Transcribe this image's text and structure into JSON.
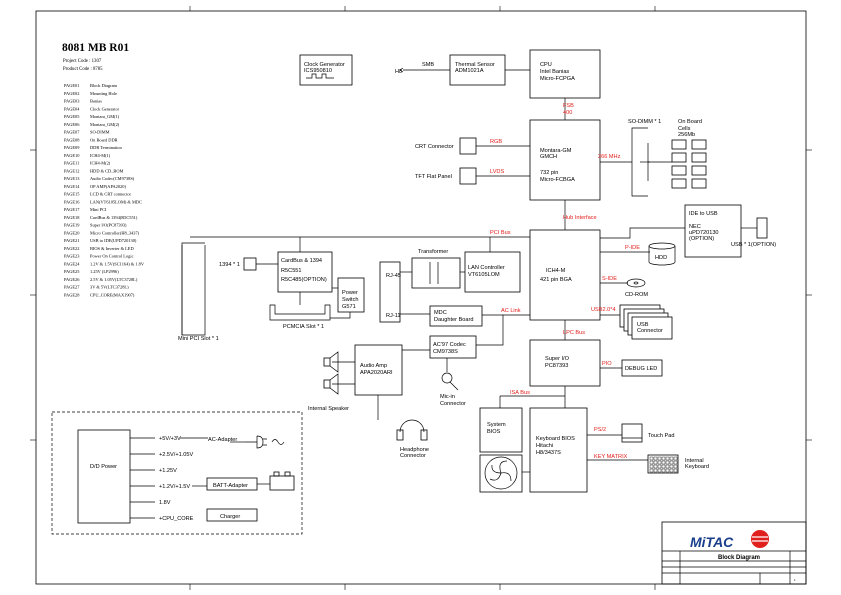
{
  "title": "8081 MB  R01",
  "project_code": "Project Code : 1307",
  "product_code": "Product Code : 8785",
  "pages": [
    {
      "num": "PAGE01",
      "desc": "Block Diagram"
    },
    {
      "num": "PAGE02",
      "desc": "Mounting Hole"
    },
    {
      "num": "PAGE03",
      "desc": "Banias"
    },
    {
      "num": "PAGE04",
      "desc": "Clock Generator"
    },
    {
      "num": "PAGE05",
      "desc": "Montara_GM(1)"
    },
    {
      "num": "PAGE06",
      "desc": "Montara_GM(2)"
    },
    {
      "num": "PAGE07",
      "desc": "SO-DIMM"
    },
    {
      "num": "PAGE08",
      "desc": "On Board DDR"
    },
    {
      "num": "PAGE09",
      "desc": "DDR Termination"
    },
    {
      "num": "PAGE10",
      "desc": "ICH4-M(1)"
    },
    {
      "num": "PAGE11",
      "desc": "ICH4-M(2)"
    },
    {
      "num": "PAGE12",
      "desc": "HDD & CD_ROM"
    },
    {
      "num": "PAGE13",
      "desc": "Audio Codec(CM9738S)"
    },
    {
      "num": "PAGE14",
      "desc": "OP AMP(APA2020)"
    },
    {
      "num": "PAGE15",
      "desc": "LCD & CRT connector"
    },
    {
      "num": "PAGE16",
      "desc": "LAN(VT6105LOM) & MDC"
    },
    {
      "num": "PAGE17",
      "desc": "Mini PCI"
    },
    {
      "num": "PAGE18",
      "desc": "CardBus & 1394(R5C551)"
    },
    {
      "num": "PAGE19",
      "desc": "Super I/O(PC87393)"
    },
    {
      "num": "PAGE20",
      "desc": "Micro Controller(H8_3437)"
    },
    {
      "num": "PAGE21",
      "desc": "USB to IDE(UPD720130)"
    },
    {
      "num": "PAGE22",
      "desc": "BIOS & Inverter & LED"
    },
    {
      "num": "PAGE23",
      "desc": "Power On Control Logic"
    },
    {
      "num": "PAGE24",
      "desc": "1.2V & 1.5V(SC1164) & 1.8V"
    },
    {
      "num": "PAGE25",
      "desc": "1.25V (LP2996)"
    },
    {
      "num": "PAGE26",
      "desc": "2.5V & 1.05V(LTC3728L)"
    },
    {
      "num": "PAGE27",
      "desc": "3V & 5V(LTC3728L)"
    },
    {
      "num": "PAGE28",
      "desc": "CPU_CORE(MAX1907)"
    }
  ],
  "blocks": {
    "clock_gen": [
      "Clock Generator",
      "ICS950810"
    ],
    "h8": "H8",
    "smb": "SMB",
    "thermal": [
      "Thermal Sensor",
      "ADM1021A"
    ],
    "cpu": [
      "CPU",
      "Intel Banias",
      "Micro-FCPGA"
    ],
    "fsb": [
      "FSB",
      "400"
    ],
    "gmch": [
      "Montara-GM",
      "GMCH",
      "732 pin",
      "Micro-FCBGA"
    ],
    "crt": "CRT Connector",
    "rgb": "RGB",
    "tft": "TFT Flat Panel",
    "lvds": "LVDS",
    "sodimm": "SO-DIMM * 1",
    "onboard": [
      "On Board",
      "Cells",
      "256Mb"
    ],
    "mhz266": "266 MHz",
    "hub": "Hub Interface",
    "pci_bus": "PCI Bus",
    "ide_usb": [
      "IDE to USB",
      "NEC",
      "uPD720130",
      "(OPTION)"
    ],
    "usb_opt": "USB * 1(OPTION)",
    "pide": "P-IDE",
    "hdd": "HDD",
    "side": "S-IDE",
    "cdrom": "CD-ROM",
    "usb2": "USB2.0*4",
    "usb_conn": [
      "USB",
      "Connector"
    ],
    "ich4": [
      "ICH4-M",
      "421 pin BGA"
    ],
    "ac_link": "AC Link",
    "lpc_bus": "LPC Bus",
    "cardbus": [
      "CardBus & 1394",
      "R5C551",
      "R5C485(OPTION)"
    ],
    "p1394": "1394 * 1",
    "power_switch": [
      "Power",
      "Switch",
      "G571"
    ],
    "pcmcia": "PCMCIA Slot * 1",
    "minipci": "Mini PCI Slot * 1",
    "transformer": "Transformer",
    "rj45": "RJ-45",
    "rj11": "RJ-11",
    "lan": [
      "LAN Controller",
      "VT6105LOM"
    ],
    "mdc": [
      "MDC",
      "Daughter Board"
    ],
    "codec": [
      "AC'97 Codec",
      "CM9738S"
    ],
    "amp": [
      "Audio Amp",
      "APA2020ARI"
    ],
    "speaker": "Internal Speaker",
    "mic": [
      "Mic-in",
      "Connector"
    ],
    "headphone": [
      "Headphone",
      "Connector"
    ],
    "superio": [
      "Super I/O",
      "PC87393"
    ],
    "pio": "PIO",
    "debug": "DEBUG LED",
    "isa": "ISA Bus",
    "sysbios": [
      "System",
      "BIOS"
    ],
    "kbbios": [
      "Keyboard BIOS",
      "Hitachi",
      "H8/3437S"
    ],
    "ps2": "PS/2",
    "touchpad": "Touch Pad",
    "keymatrix": "KEY MATRIX",
    "keyboard": [
      "Internal",
      "Keyboard"
    ],
    "power": {
      "dd": "D/D Power",
      "rails": [
        "+5V/+3V",
        "+2.5V/+1.05V",
        "+1.25V",
        "+1.2V/+1.5V",
        "1.8V",
        "+CPU_CORE"
      ],
      "ac": "AC-Adapter",
      "batt": "BATT-Adapter",
      "charger": "Charger"
    }
  },
  "titleblock": {
    "logo": "MiTAC",
    "sheet_title": "Block Diagram",
    "sheet_num": "1"
  },
  "colors": {
    "signal": "#e0201c",
    "line": "#000000",
    "logo": "#1a3e8c"
  }
}
